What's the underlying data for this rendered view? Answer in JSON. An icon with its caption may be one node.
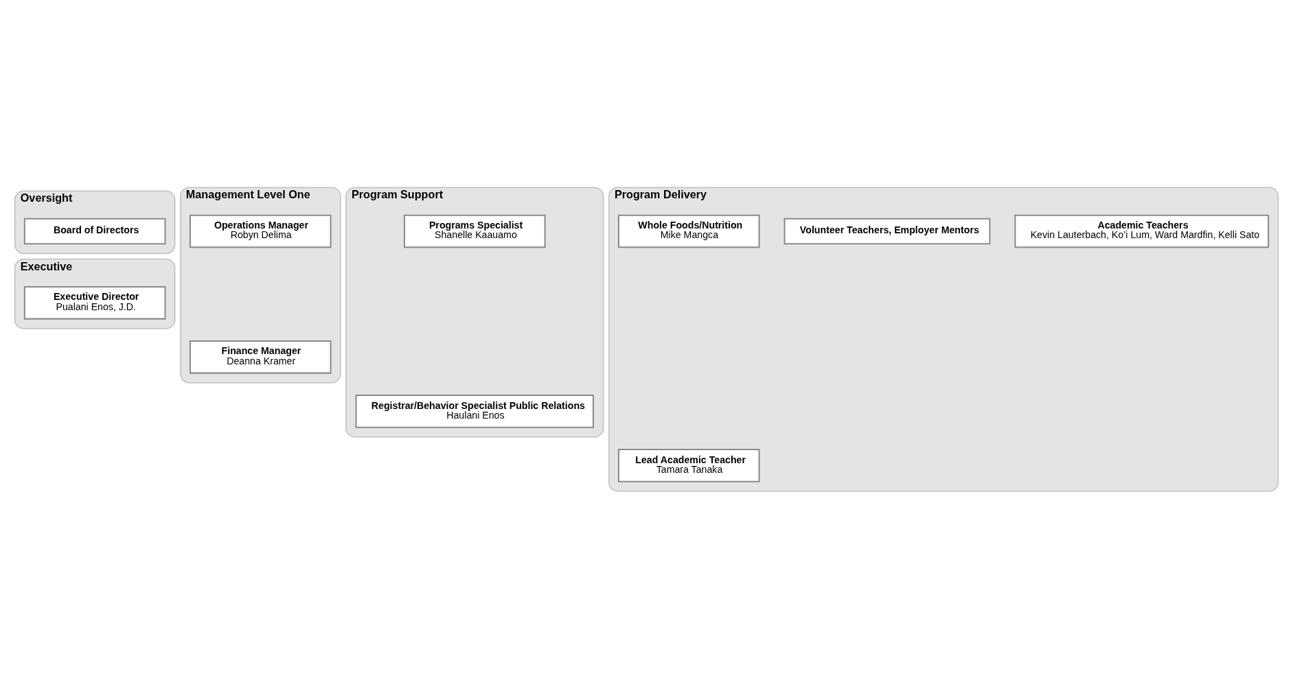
{
  "diagram": {
    "nodes": [
      {
        "text": [
          "Oversight"
        ]
      },
      {
        "text": [
          "Board of Directors"
        ],
        "in": 0
      },
      {
        "text": [
          "Executive"
        ]
      },
      {
        "text": [
          "Executive Director",
          "Pualani Enos, J.D."
        ],
        "in": 2
      },
      {
        "text": [
          "Management Level One"
        ]
      },
      {
        "text": [
          "Finance Manager",
          "Deanna Kramer"
        ],
        "in": 4
      },
      {
        "text": [
          "Operations Manager",
          "Robyn Delima"
        ],
        "in": 4
      },
      {
        "text": [
          "Program Support"
        ]
      },
      {
        "text": [
          "Registrar/Behavior Specialist Public Relations",
          "Haulani Enos"
        ],
        "in": 7
      },
      {
        "text": [
          "Programs Specialist",
          "Shanelle Kaauamo"
        ],
        "in": 7
      },
      {
        "text": [
          "Program Delivery"
        ]
      },
      {
        "text": [
          "Lead Academic Teacher",
          "Tamara Tanaka"
        ],
        "in": 10
      },
      {
        "text": [
          "Academic Teachers",
          "Kevin Lauterbach, Ko’i Lum, Ward Mardfin, Kelli Sato"
        ],
        "in": 10
      },
      {
        "text": [
          "Volunteer Teachers, Employer Mentors"
        ],
        "in": 10
      },
      {
        "text": [
          "Whole Foods/Nutrition",
          "Mike Mangca"
        ],
        "in": 10
      }
    ],
    "edges": []
  }
}
